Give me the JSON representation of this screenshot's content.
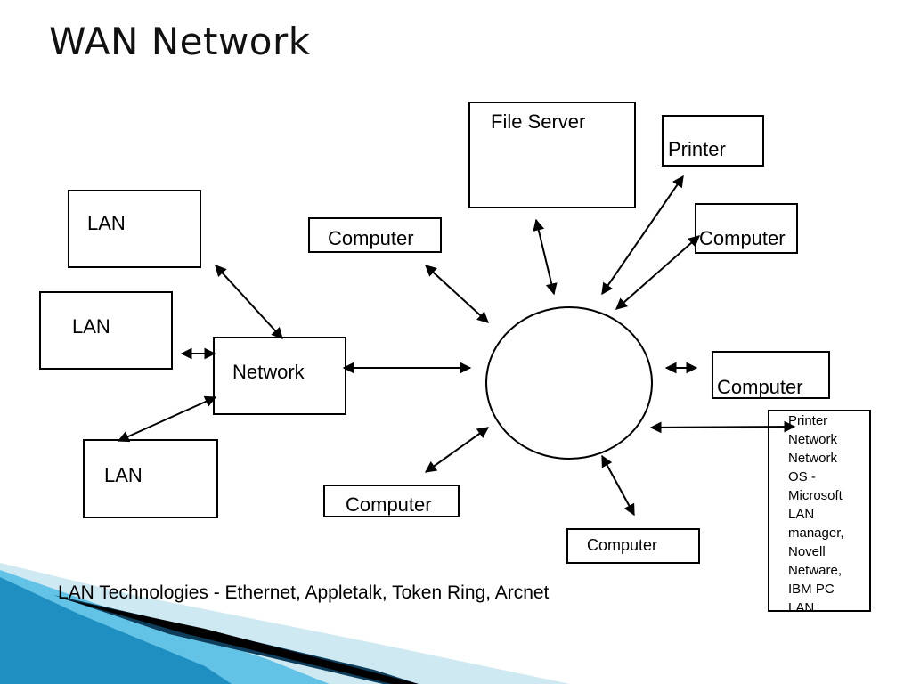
{
  "slide": {
    "title": "WAN Network",
    "caption": "LAN Technologies - Ethernet, Appletalk, Token Ring, Arcnet"
  },
  "nodes": {
    "lan_top": "LAN",
    "lan_middle": "LAN",
    "lan_bottom": "LAN",
    "network": "Network",
    "file_server": "File Server",
    "printer": "Printer",
    "computer_top_left": "Computer",
    "computer_top_right": "Computer",
    "computer_right": "Computer",
    "computer_bottom_left": "Computer",
    "computer_bottom": "Computer"
  },
  "info_box": {
    "lines": [
      "Printer",
      "Network",
      "Network",
      "OS -",
      "Microsoft",
      "LAN",
      "manager,",
      "Novell",
      "Netware,",
      "IBM PC",
      "LAN"
    ]
  },
  "colors": {
    "wave_dark": "#0d3d5a",
    "wave_mid": "#1f8fc2",
    "wave_light": "#62c3e6",
    "wave_pale": "#cfe9f3"
  }
}
